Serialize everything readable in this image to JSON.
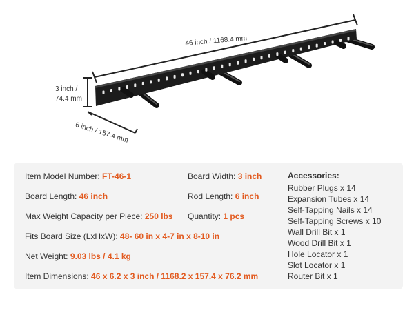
{
  "dimensions": {
    "length": "46 inch / 1168.4   mm",
    "height_line1": "3 inch /",
    "height_line2": "74.4 mm",
    "depth": "6 inch / 157.4 mm"
  },
  "colors": {
    "accent": "#e25a1f",
    "text": "#333333",
    "panel_bg": "#f3f3f3",
    "bracket": "#1c1c1c"
  },
  "specs": {
    "model_label": "Item Model Number: ",
    "model_value": "FT-46-1",
    "board_width_label": "Board Width: ",
    "board_width_value": "3 inch",
    "board_length_label": "Board Length: ",
    "board_length_value": "46 inch",
    "rod_length_label": "Rod Length: ",
    "rod_length_value": "6 inch",
    "max_weight_label": "Max Weight Capacity per Piece: ",
    "max_weight_value": "250 lbs",
    "quantity_label": "Quantity: ",
    "quantity_value": "1 pcs",
    "fits_label": "Fits Board Size (LxHxW): ",
    "fits_value": "48- 60 in x 4-7 in x 8-10 in",
    "net_weight_label": "Net Weight: ",
    "net_weight_value": "9.03 lbs / 4.1 kg",
    "dimensions_label": "Item Dimensions: ",
    "dimensions_value": "46 x 6.2 x 3 inch / 1168.2 x 157.4 x 76.2 mm"
  },
  "accessories": {
    "title": "Accessories:",
    "items": [
      "Rubber Plugs x 14",
      "Expansion Tubes x 14",
      "Self-Tapping Nails x 14",
      "Self-Tapping Screws x 10",
      "Wall Drill Bit x 1",
      "Wood Drill Bit x 1",
      "Hole Locator x 1",
      "Slot Locator x 1",
      "Router Bit x 1"
    ]
  }
}
